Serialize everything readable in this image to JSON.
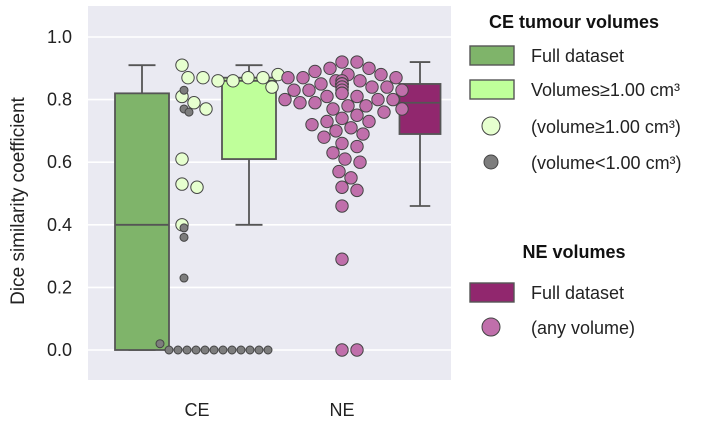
{
  "chart_data": {
    "type": "box",
    "ylabel": "Dice similarity coefficient",
    "ylim": [
      -0.09,
      1.09
    ],
    "yticks": [
      "0.0",
      "0.2",
      "0.4",
      "0.6",
      "0.8",
      "1.0"
    ],
    "ytick_values": [
      0,
      0.2,
      0.4,
      0.6,
      0.8,
      1.0
    ],
    "grid": true,
    "categories": [
      "CE",
      "NE"
    ],
    "boxes": [
      {
        "category": "CE",
        "series": "Full dataset",
        "whisker_low": 0.0,
        "q1": 0.0,
        "median": 0.4,
        "q3": 0.82,
        "whisker_high": 0.91,
        "color": "#7fb46a"
      },
      {
        "category": "CE",
        "series": "Volumes≥1.00 cm³",
        "whisker_low": 0.4,
        "q1": 0.61,
        "median": 0.86,
        "q3": 0.87,
        "whisker_high": 0.91,
        "color": "#bfff9a"
      },
      {
        "category": "NE",
        "series": "Full dataset",
        "whisker_low": 0.46,
        "q1": 0.69,
        "median": 0.79,
        "q3": 0.85,
        "whisker_high": 0.92,
        "color": "#91276e"
      }
    ],
    "swarms": [
      {
        "category": "CE",
        "series": "(volume≥1.00 cm³)",
        "color": "#e6ffcf",
        "points": [
          0.91,
          0.87,
          0.87,
          0.86,
          0.86,
          0.87,
          0.87,
          0.88,
          0.84,
          0.81,
          0.79,
          0.77,
          0.61,
          0.53,
          0.52,
          0.4
        ]
      },
      {
        "category": "CE",
        "series": "(volume<1.00 cm³)",
        "color": "#7d7d7d",
        "points": [
          0.83,
          0.77,
          0.76,
          0.39,
          0.36,
          0.23,
          0.02,
          0,
          0,
          0,
          0,
          0,
          0,
          0,
          0,
          0,
          0,
          0,
          0
        ]
      },
      {
        "category": "NE",
        "series": "(any volume)",
        "color": "#c06fab",
        "points": [
          0.92,
          0.92,
          0.9,
          0.9,
          0.89,
          0.88,
          0.88,
          0.87,
          0.87,
          0.87,
          0.86,
          0.86,
          0.86,
          0.85,
          0.85,
          0.85,
          0.85,
          0.85,
          0.85,
          0.84,
          0.84,
          0.84,
          0.84,
          0.83,
          0.83,
          0.83,
          0.83,
          0.82,
          0.82,
          0.82,
          0.81,
          0.81,
          0.8,
          0.8,
          0.8,
          0.79,
          0.79,
          0.78,
          0.78,
          0.77,
          0.77,
          0.76,
          0.75,
          0.74,
          0.73,
          0.73,
          0.72,
          0.71,
          0.7,
          0.69,
          0.68,
          0.66,
          0.65,
          0.63,
          0.61,
          0.6,
          0.57,
          0.55,
          0.52,
          0.51,
          0.46,
          0.29,
          0,
          0
        ]
      }
    ],
    "legend": {
      "placement": "right",
      "groups": [
        {
          "title": "CE tumour volumes",
          "entries": [
            {
              "label": "Full dataset",
              "marker": "box",
              "color": "#7fb46a"
            },
            {
              "label": "Volumes≥1.00 cm³",
              "marker": "box",
              "color": "#bfff9a"
            },
            {
              "label": "(volume≥1.00 cm³)",
              "marker": "dot",
              "color": "#e6ffcf"
            },
            {
              "label": "(volume<1.00 cm³)",
              "marker": "dot",
              "color": "#7d7d7d"
            }
          ]
        },
        {
          "title": "NE volumes",
          "entries": [
            {
              "label": "Full dataset",
              "marker": "box",
              "color": "#91276e"
            },
            {
              "label": "(any volume)",
              "marker": "dot",
              "color": "#c06fab"
            }
          ]
        }
      ]
    },
    "colors": {
      "plot_background": "#eaeaf2",
      "grid": "#ffffff",
      "box_edge": "#555555",
      "dot_edge": "#444444"
    }
  }
}
